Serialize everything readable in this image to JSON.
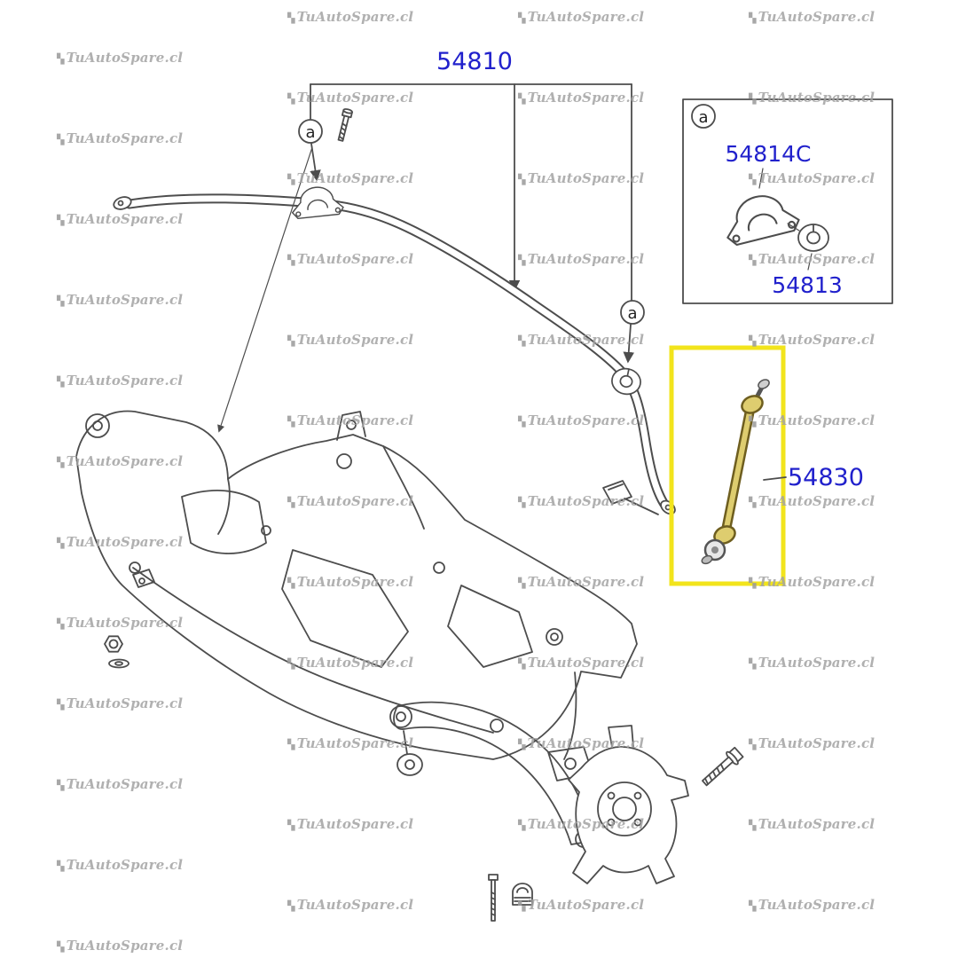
{
  "page": {
    "background": "#ffffff"
  },
  "watermark": {
    "text": "TuAutoSpare.cl",
    "icon": "▚"
  },
  "diagram": {
    "labels": {
      "part_main": "54810",
      "part_bracket": "54814C",
      "part_bushing": "54813",
      "part_link": "54830",
      "callout": "a"
    },
    "colors": {
      "label_blue": "#2121cc",
      "highlight_yellow": "#f2e41c",
      "line_gray": "#4d4d4d",
      "link_fill": "#decd6f"
    }
  }
}
